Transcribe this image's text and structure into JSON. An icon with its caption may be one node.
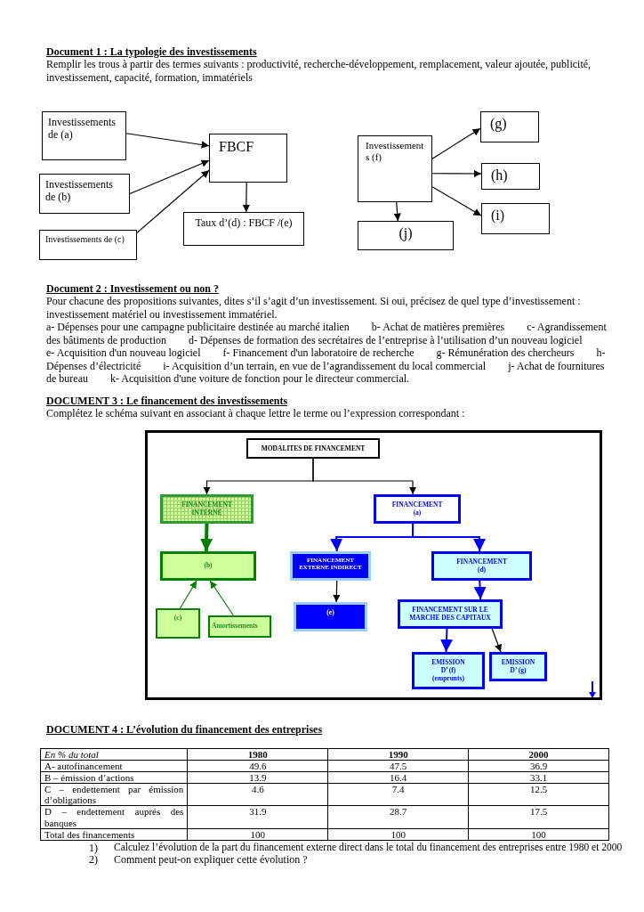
{
  "diagram": {
    "nodes": [
      {
        "text": [
          "Investissements de (a)"
        ]
      },
      {
        "text": [
          "Investissements de (b)"
        ]
      },
      {
        "text": [
          "Investissements de (c)"
        ]
      },
      {
        "text": [
          "FBCF"
        ]
      },
      {
        "text": [
          "Taux d’(d) : FBCF /(e)"
        ]
      },
      {
        "text": [
          "Investissements (f)"
        ]
      },
      {
        "text": [
          "(g)"
        ]
      },
      {
        "text": [
          "(h)"
        ]
      },
      {
        "text": [
          "(i)"
        ]
      },
      {
        "text": [
          "(j)"
        ]
      },
      {
        "text": [
          "MODALITES DE FINANCEMENT"
        ]
      },
      {
        "text": [
          "FINANCEMENT INTERNE"
        ]
      },
      {
        "text": [
          "FINANCEMENT (a)"
        ]
      },
      {
        "text": [
          "(b)"
        ]
      },
      {
        "text": [
          "FINANCEMENT EXTERNE INDIRECT"
        ]
      },
      {
        "text": [
          "FINANCEMENT (d)"
        ]
      },
      {
        "text": [
          "(c)"
        ]
      },
      {
        "text": [
          "Amortissements"
        ]
      },
      {
        "text": [
          "(e)"
        ]
      },
      {
        "text": [
          "FINANCEMENT SUR LE MARCHE DES CAPITAUX"
        ]
      },
      {
        "text": [
          "EMISSION D’ (f) (emprunts)"
        ]
      },
      {
        "text": [
          "EMISSION D’ (g)"
        ]
      }
    ],
    "edges": [
      {
        "from": 0,
        "to": 3,
        "arrow": "to"
      },
      {
        "from": 1,
        "to": 3,
        "arrow": "to"
      },
      {
        "from": 2,
        "to": 3,
        "arrow": "to"
      },
      {
        "from": 3,
        "to": 4,
        "arrow": "to"
      },
      {
        "from": 5,
        "to": 6,
        "arrow": "to"
      },
      {
        "from": 5,
        "to": 7,
        "arrow": "to"
      },
      {
        "from": 5,
        "to": 8,
        "arrow": "to"
      },
      {
        "from": 5,
        "to": 9,
        "arrow": "to"
      },
      {
        "from": 10,
        "to": 11,
        "arrow": "to"
      },
      {
        "from": 10,
        "to": 12,
        "arrow": "to"
      },
      {
        "from": 11,
        "to": 13,
        "arrow": "to",
        "style": "thick",
        "color": "#008000"
      },
      {
        "from": 12,
        "to": 14,
        "arrow": "to",
        "color": "#0000ff"
      },
      {
        "from": 12,
        "to": 15,
        "arrow": "to",
        "color": "#0000ff"
      },
      {
        "from": 16,
        "to": 13,
        "arrow": "to",
        "color": "#008000"
      },
      {
        "from": 17,
        "to": 13,
        "arrow": "to",
        "color": "#008000"
      },
      {
        "from": 14,
        "to": 18,
        "arrow": "to"
      },
      {
        "from": 15,
        "to": 19,
        "arrow": "to",
        "color": "#0000ff"
      },
      {
        "from": 19,
        "to": 20,
        "arrow": "to",
        "color": "#0000ff"
      },
      {
        "from": 19,
        "to": 21,
        "arrow": "to"
      }
    ],
    "labels": [
      "Document 1 : La typologie des investissements",
      "Remplir les trous à partir des termes suivants : productivité, recherche-développement, remplacement, valeur ajoutée, publicité, investissement, capacité, formation, immatériels",
      "Document 2 : Investissement ou non ?",
      "Pour chacune des propositions suivantes, dites s’il s’agit d’un investissement. Si oui, précisez de quel type d’investissement : investissement matériel ou investissement immatériel.",
      "a- Dépenses pour une campagne publicitaire destinée au marché italien",
      "b- Achat de matières premières",
      "c- Agrandissement des bâtiments de production",
      "d- Dépenses de formation des secrétaires de l’entreprise à l’utilisation d’un nouveau logiciel",
      "e- Acquisition d'un nouveau logiciel",
      "f- Financement d'un laboratoire de recherche",
      "g- Rémunération des chercheurs",
      "h- Dépenses d’électricité",
      "i- Acquisition d’un terrain, en vue de l’agrandissement du local commercial",
      "j- Achat de fournitures de bureau",
      "k- Acquisition d'une voiture de fonction pour le directeur commercial.",
      "DOCUMENT 3 : Le financement des investissements",
      "Complétez le schéma suivant en associant à chaque lettre le terme ou l’expression correspondant :",
      "DOCUMENT 4 : L’évolution du financement des entreprises",
      "En % du total",
      "1980",
      "1990",
      "2000",
      "A- autofinancement",
      "49.6",
      "47.5",
      "36.9",
      "B – émission d’actions",
      "13.9",
      "16.4",
      "33.1",
      "C – endettement par émission d’obligations",
      "4.6",
      "7.4",
      "12.5",
      "D – endettement auprés des banques",
      "31.9",
      "28.7",
      "17.5",
      "Total des financements",
      "100",
      "100",
      "100",
      "1)",
      "Calculez l’évolution de la part du financement externe direct dans le total du financement des entreprises entre 1980 et 2000",
      "2)",
      "Comment peut-on expliquer cette évolution ?"
    ]
  }
}
